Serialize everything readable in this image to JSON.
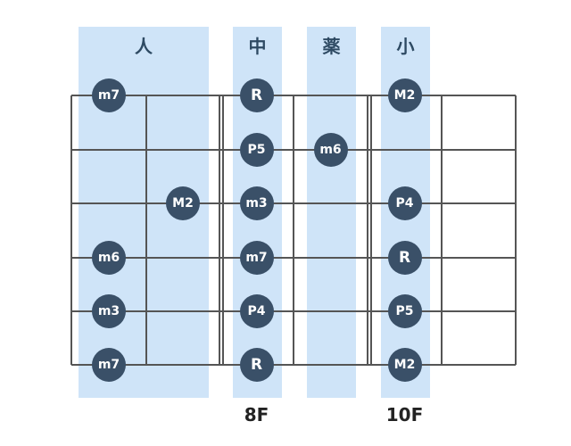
{
  "finger_bands": [
    {
      "label": "人",
      "string_start": 0
    },
    {
      "label": "中",
      "string_start": 2
    },
    {
      "label": "薬",
      "string_start": 3
    },
    {
      "label": "小",
      "string_start": 4
    }
  ],
  "strings": 6,
  "frets": 6,
  "notes": [
    {
      "string": 1,
      "fret": 0,
      "label": "m7"
    },
    {
      "string": 1,
      "fret": 2,
      "label": "R"
    },
    {
      "string": 1,
      "fret": 4,
      "label": "M2"
    },
    {
      "string": 2,
      "fret": 2,
      "label": "P5"
    },
    {
      "string": 2,
      "fret": 3,
      "label": "m6"
    },
    {
      "string": 3,
      "fret": 1,
      "label": "M2"
    },
    {
      "string": 3,
      "fret": 2,
      "label": "m3"
    },
    {
      "string": 3,
      "fret": 4,
      "label": "P4"
    },
    {
      "string": 4,
      "fret": 0,
      "label": "m6"
    },
    {
      "string": 4,
      "fret": 2,
      "label": "m7"
    },
    {
      "string": 4,
      "fret": 4,
      "label": "R"
    },
    {
      "string": 5,
      "fret": 0,
      "label": "m3"
    },
    {
      "string": 5,
      "fret": 2,
      "label": "P4"
    },
    {
      "string": 5,
      "fret": 4,
      "label": "P5"
    },
    {
      "string": 6,
      "fret": 0,
      "label": "m7"
    },
    {
      "string": 6,
      "fret": 2,
      "label": "R"
    },
    {
      "string": 6,
      "fret": 4,
      "label": "M2"
    }
  ],
  "fret_numbers": [
    {
      "fret": 2,
      "label": "8F"
    },
    {
      "fret": 4,
      "label": "10F"
    }
  ],
  "colors": {
    "band": "#cfe4f8",
    "note": "#3a5068",
    "grid": "#555555"
  }
}
